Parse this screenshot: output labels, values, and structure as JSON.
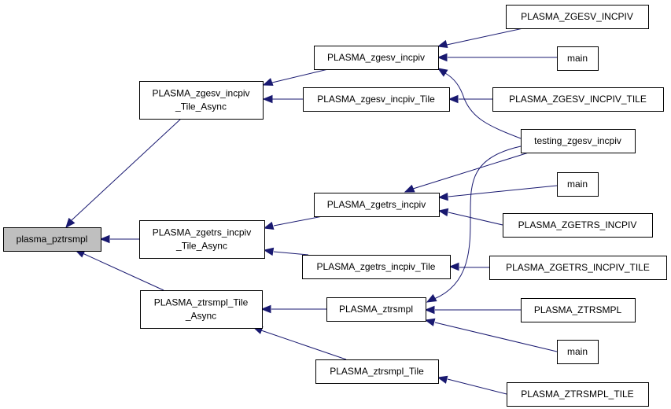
{
  "diagram": {
    "type": "call-graph",
    "colors": {
      "edge": "#191970",
      "root_fill": "#bfbfbf",
      "node_fill": "#ffffff",
      "border": "#000000"
    },
    "nodes": [
      {
        "id": "plasma_pztrsmpl",
        "lines": [
          "plasma_pztrsmpl"
        ],
        "root": true
      },
      {
        "id": "PLASMA_zgesv_incpiv_Tile_Async",
        "lines": [
          "PLASMA_zgesv_incpiv",
          "_Tile_Async"
        ]
      },
      {
        "id": "PLASMA_zgetrs_incpiv_Tile_Async",
        "lines": [
          "PLASMA_zgetrs_incpiv",
          "_Tile_Async"
        ]
      },
      {
        "id": "PLASMA_ztrsmpl_Tile_Async",
        "lines": [
          "PLASMA_ztrsmpl_Tile",
          "_Async"
        ]
      },
      {
        "id": "PLASMA_zgesv_incpiv",
        "lines": [
          "PLASMA_zgesv_incpiv"
        ]
      },
      {
        "id": "PLASMA_zgesv_incpiv_Tile",
        "lines": [
          "PLASMA_zgesv_incpiv_Tile"
        ]
      },
      {
        "id": "PLASMA_zgetrs_incpiv",
        "lines": [
          "PLASMA_zgetrs_incpiv"
        ]
      },
      {
        "id": "PLASMA_zgetrs_incpiv_Tile",
        "lines": [
          "PLASMA_zgetrs_incpiv_Tile"
        ]
      },
      {
        "id": "PLASMA_ztrsmpl",
        "lines": [
          "PLASMA_ztrsmpl"
        ]
      },
      {
        "id": "PLASMA_ztrsmpl_Tile",
        "lines": [
          "PLASMA_ztrsmpl_Tile"
        ]
      },
      {
        "id": "PLASMA_ZGESV_INCPIV",
        "lines": [
          "PLASMA_ZGESV_INCPIV"
        ]
      },
      {
        "id": "main_1",
        "lines": [
          "main"
        ]
      },
      {
        "id": "PLASMA_ZGESV_INCPIV_TILE",
        "lines": [
          "PLASMA_ZGESV_INCPIV_TILE"
        ]
      },
      {
        "id": "testing_zgesv_incpiv",
        "lines": [
          "testing_zgesv_incpiv"
        ]
      },
      {
        "id": "main_2",
        "lines": [
          "main"
        ]
      },
      {
        "id": "PLASMA_ZGETRS_INCPIV",
        "lines": [
          "PLASMA_ZGETRS_INCPIV"
        ]
      },
      {
        "id": "PLASMA_ZGETRS_INCPIV_TILE",
        "lines": [
          "PLASMA_ZGETRS_INCPIV_TILE"
        ]
      },
      {
        "id": "PLASMA_ZTRSMPL",
        "lines": [
          "PLASMA_ZTRSMPL"
        ]
      },
      {
        "id": "main_3",
        "lines": [
          "main"
        ]
      },
      {
        "id": "PLASMA_ZTRSMPL_TILE",
        "lines": [
          "PLASMA_ZTRSMPL_TILE"
        ]
      }
    ],
    "edges": [
      {
        "from": "PLASMA_zgesv_incpiv_Tile_Async",
        "to": "plasma_pztrsmpl"
      },
      {
        "from": "PLASMA_zgetrs_incpiv_Tile_Async",
        "to": "plasma_pztrsmpl"
      },
      {
        "from": "PLASMA_ztrsmpl_Tile_Async",
        "to": "plasma_pztrsmpl"
      },
      {
        "from": "PLASMA_zgesv_incpiv",
        "to": "PLASMA_zgesv_incpiv_Tile_Async"
      },
      {
        "from": "PLASMA_zgesv_incpiv_Tile",
        "to": "PLASMA_zgesv_incpiv_Tile_Async"
      },
      {
        "from": "PLASMA_zgetrs_incpiv",
        "to": "PLASMA_zgetrs_incpiv_Tile_Async"
      },
      {
        "from": "PLASMA_zgetrs_incpiv_Tile",
        "to": "PLASMA_zgetrs_incpiv_Tile_Async"
      },
      {
        "from": "PLASMA_ztrsmpl",
        "to": "PLASMA_ztrsmpl_Tile_Async"
      },
      {
        "from": "PLASMA_ztrsmpl_Tile",
        "to": "PLASMA_ztrsmpl_Tile_Async"
      },
      {
        "from": "PLASMA_ZGESV_INCPIV",
        "to": "PLASMA_zgesv_incpiv"
      },
      {
        "from": "main_1",
        "to": "PLASMA_zgesv_incpiv"
      },
      {
        "from": "testing_zgesv_incpiv",
        "to": "PLASMA_zgesv_incpiv"
      },
      {
        "from": "PLASMA_ZGESV_INCPIV_TILE",
        "to": "PLASMA_zgesv_incpiv_Tile"
      },
      {
        "from": "testing_zgesv_incpiv",
        "to": "PLASMA_zgetrs_incpiv"
      },
      {
        "from": "main_2",
        "to": "PLASMA_zgetrs_incpiv"
      },
      {
        "from": "PLASMA_ZGETRS_INCPIV",
        "to": "PLASMA_zgetrs_incpiv"
      },
      {
        "from": "PLASMA_ZGETRS_INCPIV_TILE",
        "to": "PLASMA_zgetrs_incpiv_Tile"
      },
      {
        "from": "testing_zgesv_incpiv",
        "to": "PLASMA_ztrsmpl"
      },
      {
        "from": "PLASMA_ZTRSMPL",
        "to": "PLASMA_ztrsmpl"
      },
      {
        "from": "main_3",
        "to": "PLASMA_ztrsmpl"
      },
      {
        "from": "PLASMA_ZTRSMPL_TILE",
        "to": "PLASMA_ztrsmpl_Tile"
      }
    ]
  }
}
